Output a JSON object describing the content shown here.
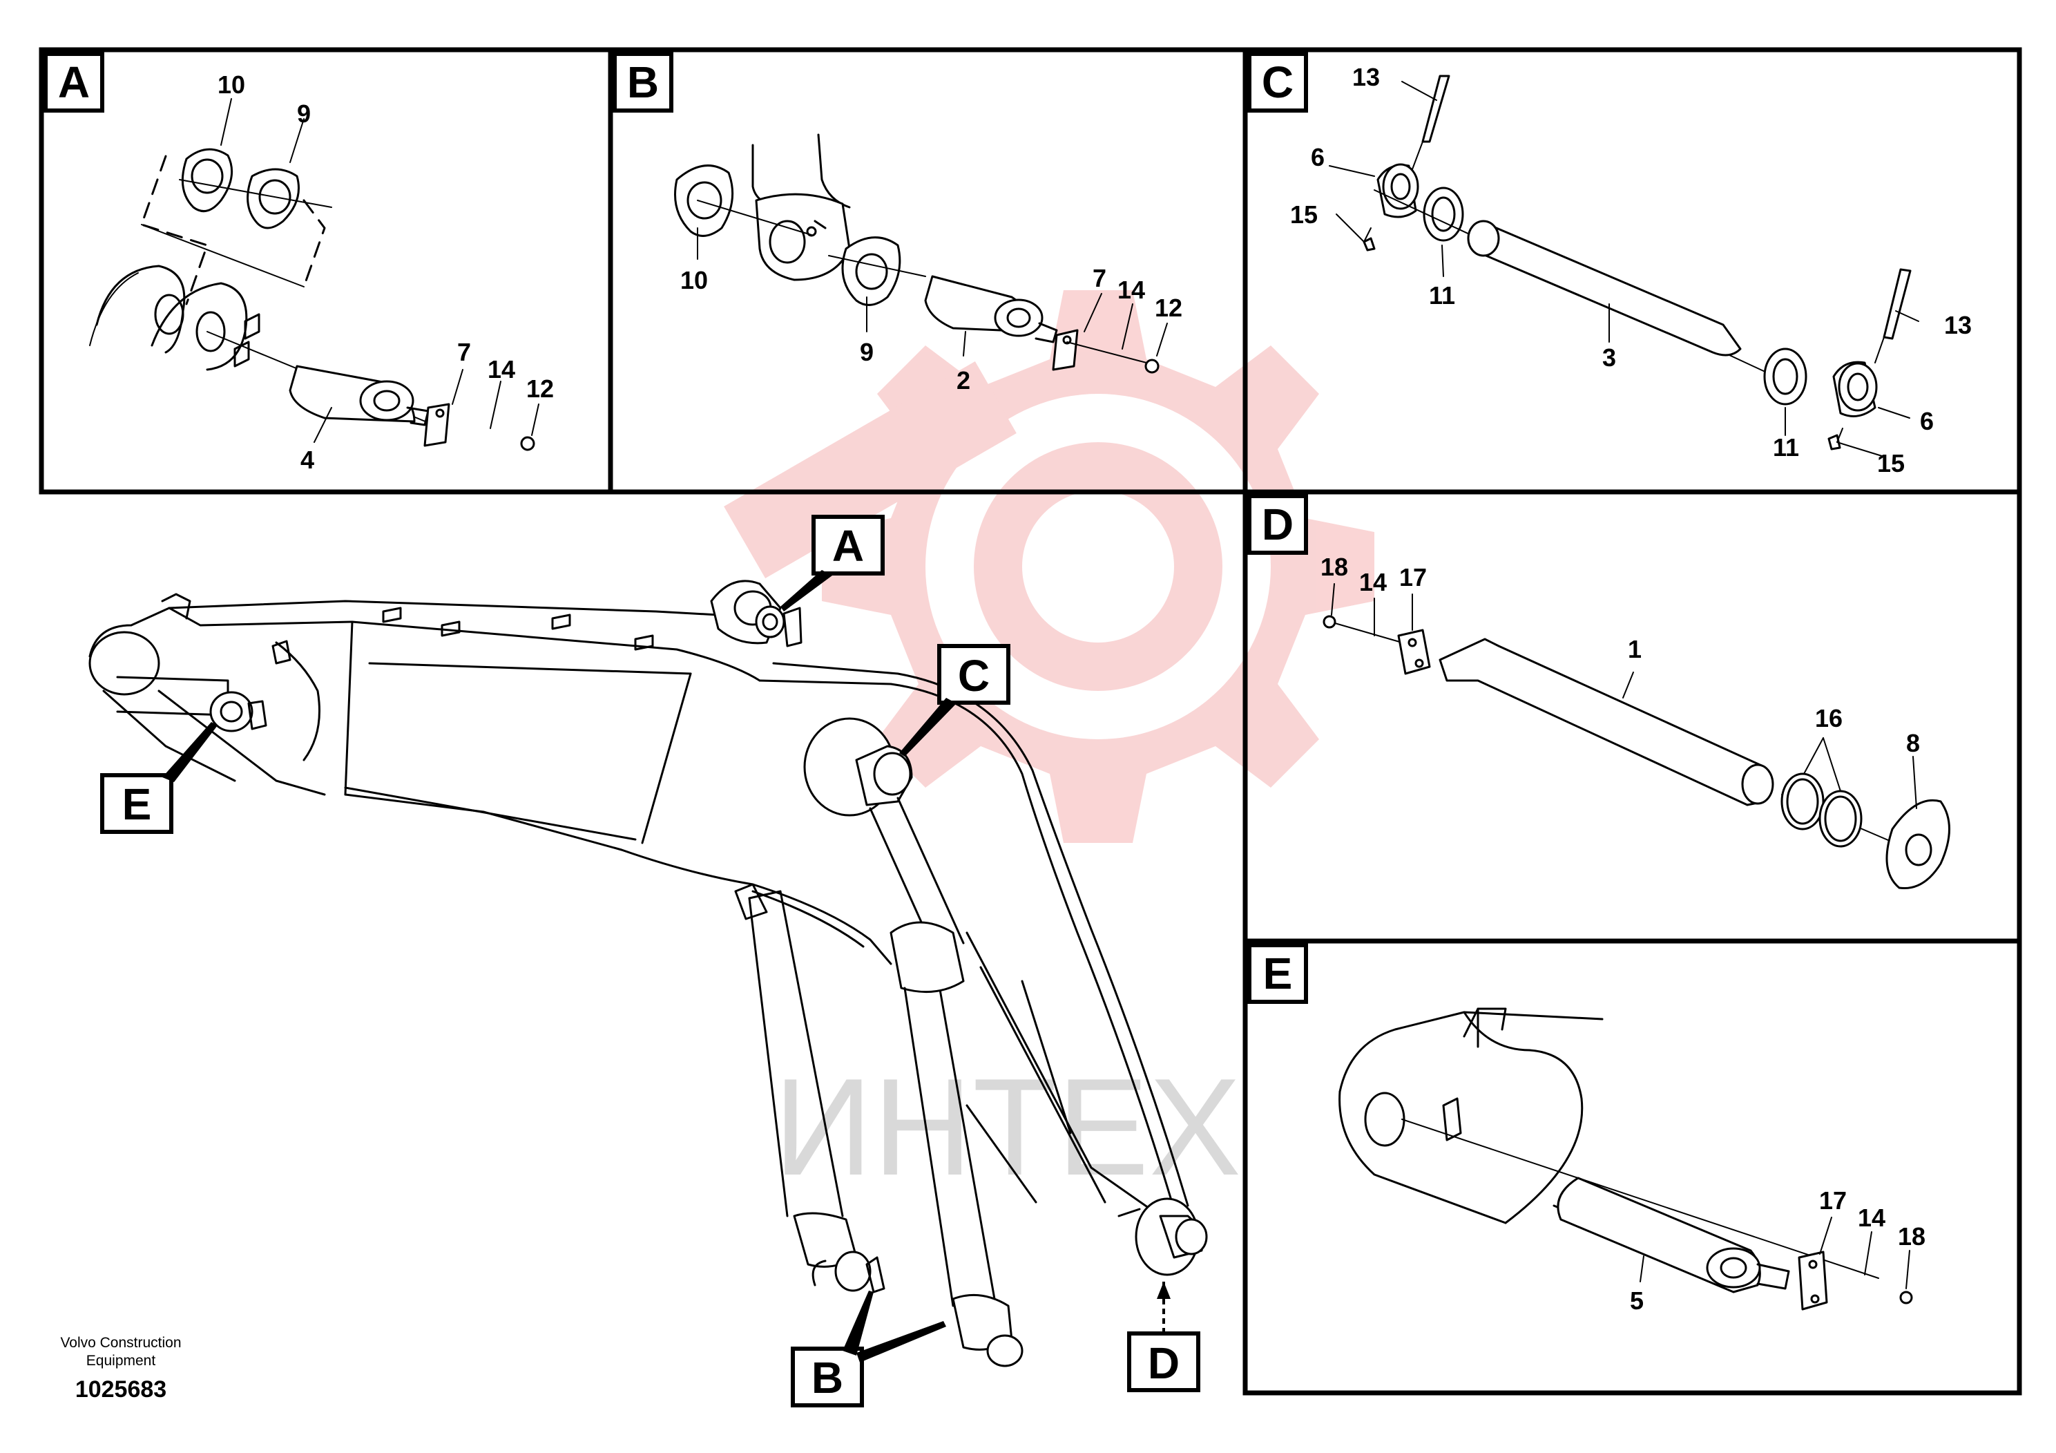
{
  "panels": {
    "A": {
      "label": "A",
      "callouts": [
        "10",
        "9",
        "7",
        "14",
        "12",
        "4"
      ]
    },
    "B": {
      "label": "B",
      "callouts": [
        "10",
        "9",
        "2",
        "7",
        "14",
        "12"
      ]
    },
    "C": {
      "label": "C",
      "callouts": [
        "13",
        "6",
        "15",
        "11",
        "3",
        "13",
        "11",
        "6",
        "15"
      ]
    },
    "D": {
      "label": "D",
      "callouts": [
        "18",
        "14",
        "17",
        "1",
        "16",
        "8"
      ]
    },
    "E": {
      "label": "E",
      "callouts": [
        "17",
        "14",
        "18",
        "5"
      ]
    }
  },
  "main_view": {
    "tags": [
      "A",
      "C",
      "E",
      "B",
      "D"
    ]
  },
  "footer": {
    "company_line1": "Volvo Construction",
    "company_line2": "Equipment",
    "drawing_number": "1025683"
  },
  "watermark": {
    "text": "ИНТЕХ",
    "color": "#f5c0c0"
  }
}
